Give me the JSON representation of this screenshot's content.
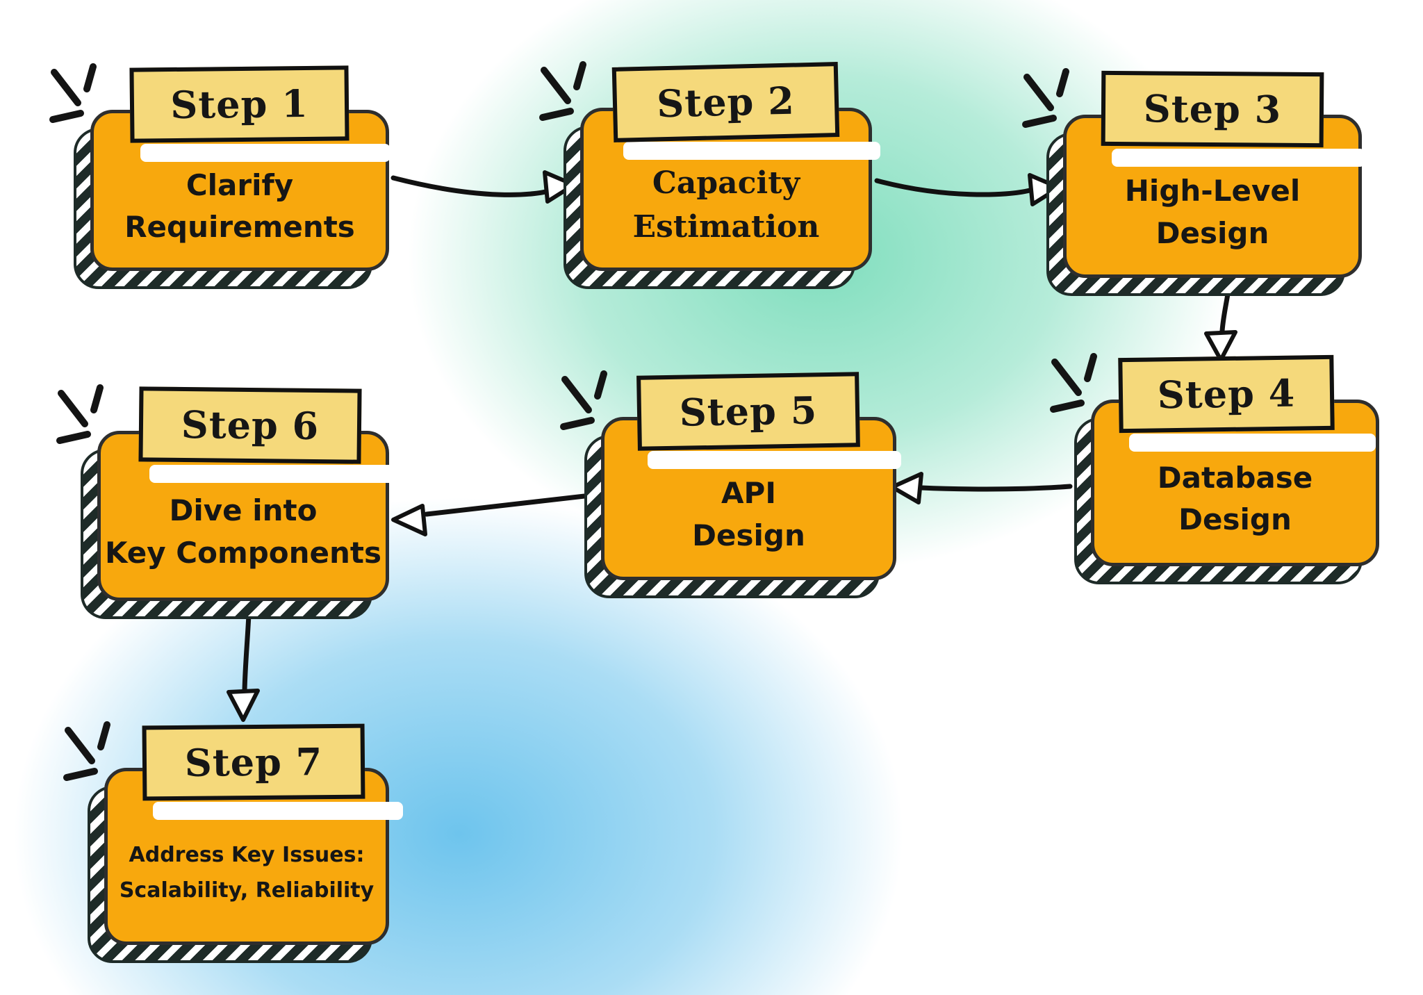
{
  "diagram": {
    "steps": [
      {
        "label": "Step 1",
        "lines": [
          "Clarify",
          "Requirements"
        ]
      },
      {
        "label": "Step 2",
        "lines": [
          "Capacity",
          "Estimation"
        ]
      },
      {
        "label": "Step 3",
        "lines": [
          "High-Level",
          "Design"
        ]
      },
      {
        "label": "Step 4",
        "lines": [
          "Database",
          "Design"
        ]
      },
      {
        "label": "Step 5",
        "lines": [
          "API",
          "Design"
        ]
      },
      {
        "label": "Step 6",
        "lines": [
          "Dive into",
          "Key Components"
        ]
      },
      {
        "label": "Step 7",
        "lines": [
          "Address Key Issues:",
          "Scalability, Reliability"
        ]
      }
    ],
    "flow": [
      {
        "from": "Step 1",
        "to": "Step 2"
      },
      {
        "from": "Step 2",
        "to": "Step 3"
      },
      {
        "from": "Step 3",
        "to": "Step 4"
      },
      {
        "from": "Step 4",
        "to": "Step 5"
      },
      {
        "from": "Step 5",
        "to": "Step 6"
      },
      {
        "from": "Step 6",
        "to": "Step 7"
      }
    ],
    "colors": {
      "box_fill": "#F8A80D",
      "box_border": "#2E2E2E",
      "label_fill": "#F5D97B",
      "label_border": "#111111",
      "shadow_stripe": "#1E2B28",
      "text": "#161616",
      "arrow": "#111111",
      "background_green": "#79DCBA",
      "background_blue": "#66C1EC",
      "background_base": "#FFFFFF"
    }
  }
}
